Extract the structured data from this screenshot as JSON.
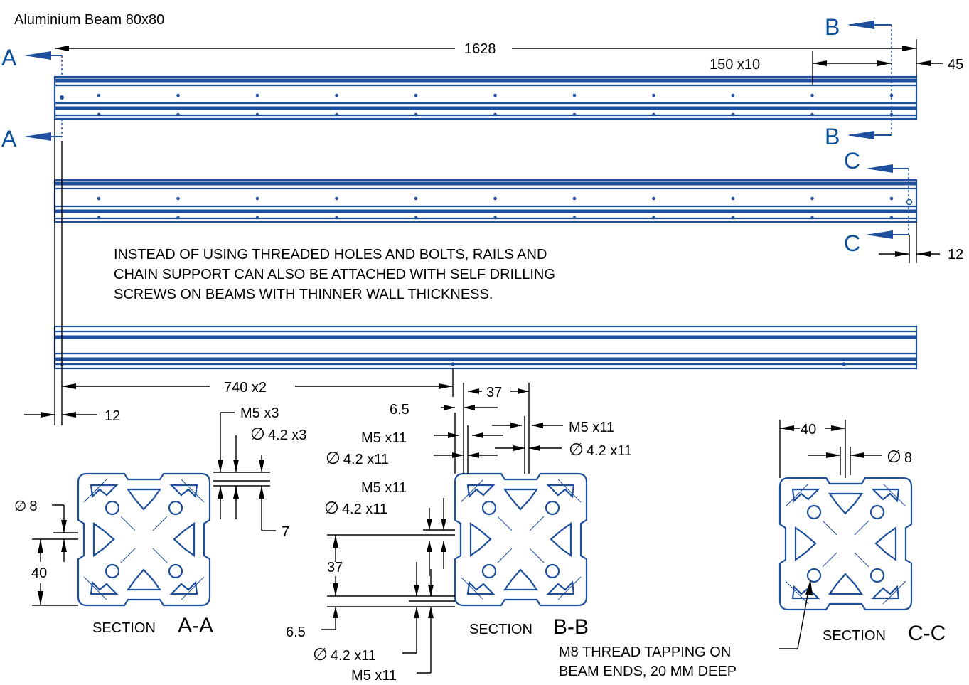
{
  "title": "Aluminium Beam 80x80",
  "section_marks": {
    "a": "A",
    "b": "B",
    "c": "C"
  },
  "dims": {
    "overall": "1628",
    "spacing_b": "150 x10",
    "end_b": "45",
    "end_c": "12",
    "spacing_bottom": "740 x2",
    "end_a": "12"
  },
  "note": [
    "INSTEAD OF USING THREADED HOLES AND BOLTS, RAILS AND",
    "CHAIN SUPPORT CAN ALSO BE ATTACHED WITH SELF DRILLING",
    "SCREWS ON BEAMS WITH THINNER WALL THICKNESS."
  ],
  "section_a": {
    "label_small": "SECTION",
    "label_big": "A-A",
    "thread": "M5 x3",
    "drill": "4.2 x3",
    "depth": "7",
    "dia": "8",
    "offset": "40"
  },
  "section_b": {
    "label_small": "SECTION",
    "label_big": "B-B",
    "top_spacing": "37",
    "top_offset": "6.5",
    "top_thread_left": "M5 x11",
    "top_drill_left": "4.2 x11",
    "top_thread_right": "M5 x11",
    "top_drill_right": "4.2 x11",
    "side_thread": "M5 x11",
    "side_drill": "4.2 x11",
    "side_spacing": "37",
    "side_offset": "6.5",
    "bottom_drill": "4.2 x11",
    "bottom_thread": "M5 x11"
  },
  "section_c": {
    "label_small": "SECTION",
    "label_big": "C-C",
    "offset": "40",
    "dia": "8",
    "tap_note": [
      "M8 THREAD TAPPING ON",
      "BEAM ENDS, 20 MM DEEP"
    ]
  },
  "colors": {
    "line": "#1d4f9c",
    "marker": "#0a4f9a",
    "dim": "#000000"
  }
}
